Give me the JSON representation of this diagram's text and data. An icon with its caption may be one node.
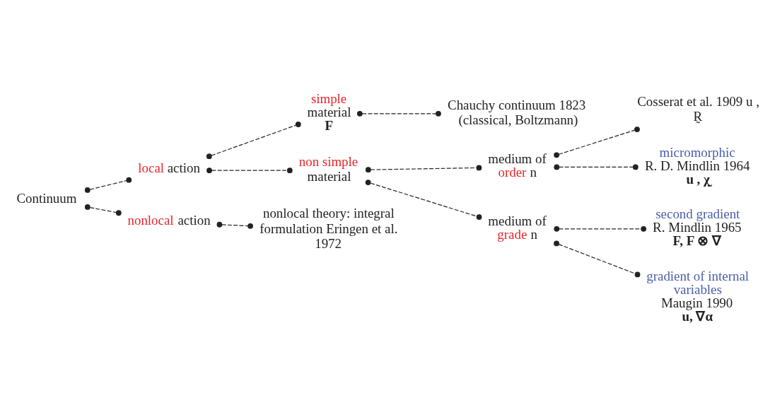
{
  "diagram": {
    "nodes": [
      {
        "text": [
          "Continuum"
        ]
      },
      {
        "text": [
          "local",
          "action"
        ]
      },
      {
        "text": [
          "simple",
          "material",
          "F"
        ]
      },
      {
        "text": [
          "Chauchy continuum 1823 (classical, Boltzmann)"
        ]
      },
      {
        "text": [
          "non simple",
          "material"
        ]
      },
      {
        "text": [
          "medium of",
          "order",
          "n"
        ]
      },
      {
        "text": [
          "Cosserat et al. 1909 u , R̰"
        ]
      },
      {
        "text": [
          "micromorphic",
          "R. D. Mindlin 1964",
          "u , χ̰"
        ]
      },
      {
        "text": [
          "medium of",
          "grade",
          "n"
        ]
      },
      {
        "text": [
          "second gradient",
          "R. Mindlin 1965",
          "F, F ⊗ ∇"
        ]
      },
      {
        "text": [
          "gradient of internal variables",
          "Maugin 1990",
          "u, ∇α"
        ]
      },
      {
        "text": [
          "nonlocal",
          "action"
        ]
      },
      {
        "text": [
          "nonlocal theory: integral formulation Eringen et al. 1972"
        ]
      }
    ],
    "edges": [
      {
        "from": 0,
        "to": 1,
        "arrow": "other",
        "style": "dashed"
      },
      {
        "from": 0,
        "to": 11,
        "arrow": "other",
        "style": "dashed"
      },
      {
        "from": 1,
        "to": 2,
        "arrow": "other",
        "style": "dashed"
      },
      {
        "from": 1,
        "to": 4,
        "arrow": "other",
        "style": "dashed"
      },
      {
        "from": 2,
        "to": 3,
        "arrow": "other",
        "style": "dashed"
      },
      {
        "from": 4,
        "to": 5,
        "arrow": "other",
        "style": "dashed"
      },
      {
        "from": 4,
        "to": 8,
        "arrow": "other",
        "style": "dashed"
      },
      {
        "from": 5,
        "to": 6,
        "arrow": "other",
        "style": "dashed"
      },
      {
        "from": 5,
        "to": 7,
        "arrow": "other",
        "style": "dashed"
      },
      {
        "from": 8,
        "to": 9,
        "arrow": "other",
        "style": "dashed"
      },
      {
        "from": 8,
        "to": 10,
        "arrow": "other",
        "style": "dashed"
      },
      {
        "from": 11,
        "to": 12,
        "arrow": "other",
        "style": "dashed"
      }
    ]
  }
}
